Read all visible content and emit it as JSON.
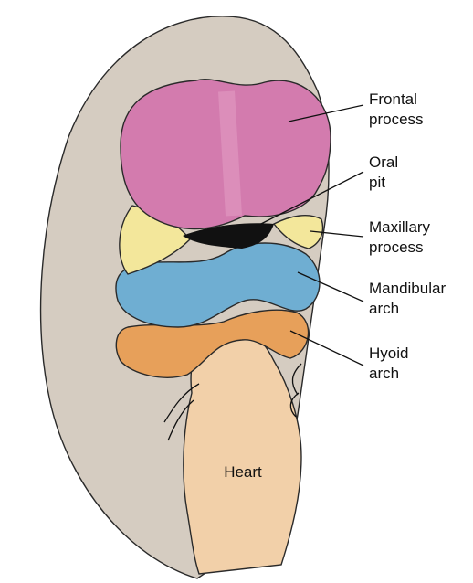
{
  "labels": {
    "frontal_line1": "Frontal",
    "frontal_line2": "process",
    "oral_line1": "Oral",
    "oral_line2": "pit",
    "maxillary_line1": "Maxillary",
    "maxillary_line2": "process",
    "mandibular_line1": "Mandibular",
    "mandibular_line2": "arch",
    "hyoid_line1": "Hyoid",
    "hyoid_line2": "arch",
    "heart": "Heart"
  },
  "colors": {
    "embryo_body": "#d5ccc1",
    "frontal_process": "#d37bae",
    "maxillary_process": "#f3e79b",
    "mandibular_arch": "#6faed2",
    "hyoid_arch": "#e7a05a",
    "heart": "#f2d0a9",
    "oral_pit": "#111111"
  }
}
